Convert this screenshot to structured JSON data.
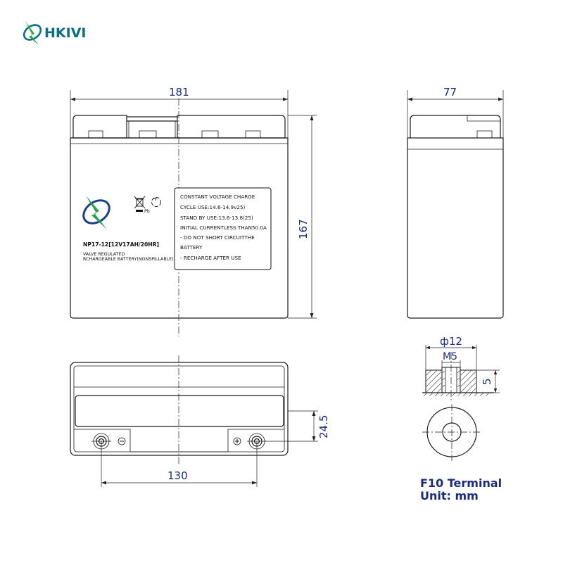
{
  "brand": {
    "name": "HKIVI",
    "logo_icon": "lightning-bolt-logo-icon",
    "primary_color": "#0d6f86",
    "accent_color": "#2aa24a"
  },
  "dimensions": {
    "front_width": "181",
    "front_height": "167",
    "side_width": "77",
    "top_terminal_spacing": "130",
    "top_terminal_offset": "24.5",
    "terminal_diameter": "ф12",
    "terminal_thread": "M5",
    "terminal_height": "5",
    "dimension_color": "#1b2a7a"
  },
  "product_label": {
    "model": "NP17-12[12V17AH/20HR]",
    "type_line1": "VALVE REGULATED",
    "type_line2": "RCHARGEABLE BATTERY(NONSPILLABLE)",
    "pb_mark": "Pb",
    "icons": [
      "crossed-bin-icon",
      "recycle-icon"
    ]
  },
  "charge_label": {
    "lines": [
      "CONSTANT VOLTAGE CHARGE",
      "CYCLE USE:14.6-14.9v25)",
      "STAND BY USE:13.6-13.8(25)",
      "INITIAL CURRENTLESS THAN50.0A",
      "- DO NOT SHORT CIRCUITTHE",
      "BATTERY",
      "- RECHARGE AFTER USE"
    ]
  },
  "footer": {
    "terminal_type": "F10 Terminal",
    "unit": "Unit: mm"
  }
}
